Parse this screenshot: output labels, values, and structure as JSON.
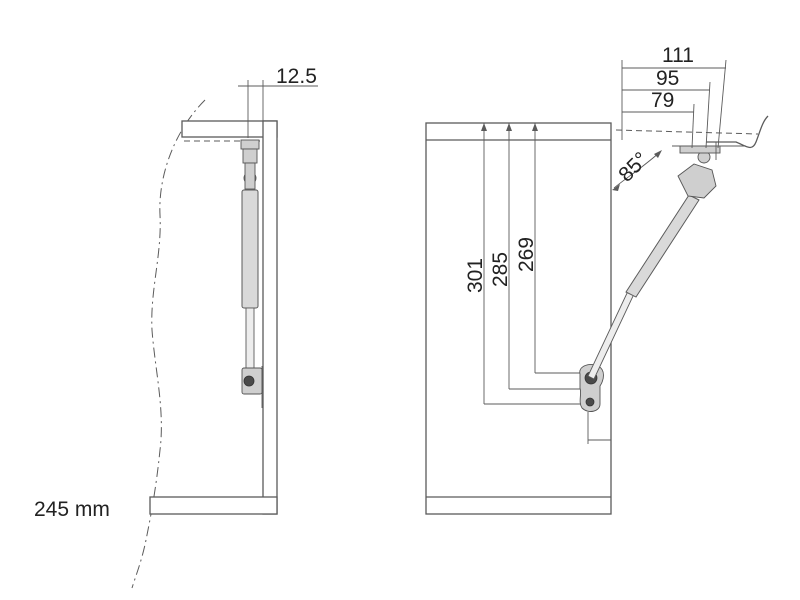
{
  "side_view": {
    "offset_dimension": "12.5",
    "depth_label": "245 mm"
  },
  "front_view": {
    "vertical_dimensions": [
      "301",
      "285",
      "269"
    ],
    "horizontal_dimensions": [
      "111",
      "95",
      "79"
    ],
    "opening_angle": "85°"
  }
}
